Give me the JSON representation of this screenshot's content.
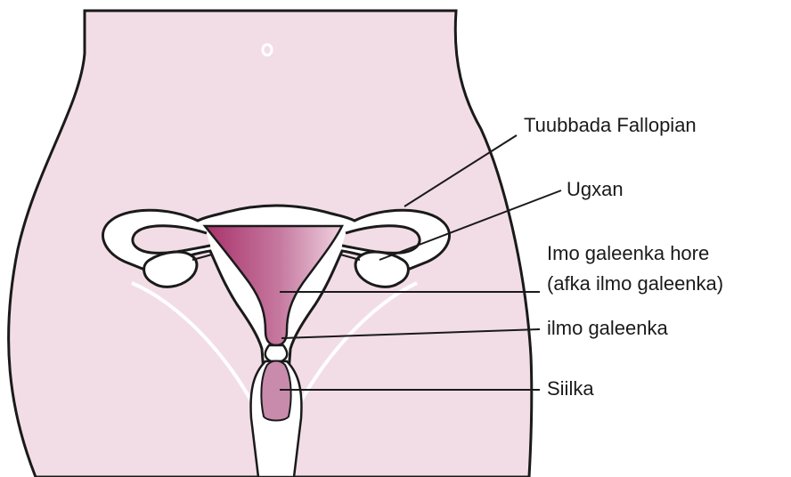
{
  "diagram": {
    "labels": {
      "fallopian_tube": "Tuubbada Fallopian",
      "ovary": "Ugxan",
      "uterus_line1": "Imo galeenka hore",
      "uterus_line2": "(afka ilmo galeenka)",
      "cervix": "ilmo galeenka",
      "vagina": "Siilka"
    },
    "colors": {
      "body_fill": "#f2dde6",
      "outline": "#1a1a1a",
      "uterus_dark": "#a8326b",
      "uterus_light": "#eecbdc",
      "vagina_fill": "#c98bac",
      "ovary_fill": "#ffffff"
    }
  }
}
